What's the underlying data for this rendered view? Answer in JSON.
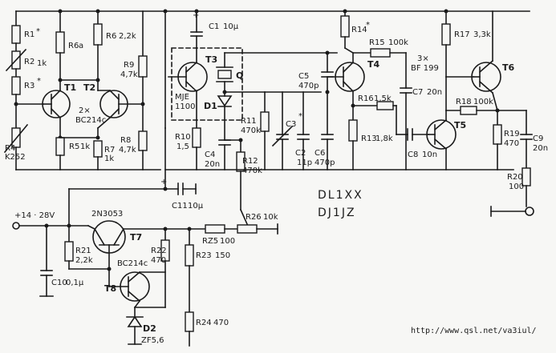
{
  "labels": {
    "R1": "R1",
    "R1_mark": "*",
    "R2": "R2",
    "R2_val": "1k",
    "R3": "R3",
    "R3_mark": "*",
    "R4": "R4",
    "R4_val": "K252",
    "R5": "R5",
    "R5_val": "1k",
    "R6": "R6",
    "R6_val": "a",
    "R62": "R6",
    "R62_val": "2,2k",
    "R7": "R7",
    "R7_val": "1k",
    "R8": "R8",
    "R8_val": "4,7k",
    "R9": "R9",
    "R9_val": "4,7k",
    "R10": "R10",
    "R10_val": "1,5",
    "R11": "R11",
    "R11_val": "470k",
    "R12": "R12",
    "R12_val": "470k",
    "R13": "R13",
    "R13_val": "1,8k",
    "R14": "R14",
    "R14_mark": "*",
    "R15": "R15",
    "R15_val": "100k",
    "R16": "R16",
    "R16_val": "1,5k",
    "R17": "R17",
    "R17_val": "3,3k",
    "R18": "R18",
    "R18_val": "100k",
    "R19": "R19",
    "R19_val": "470",
    "R20": "R20",
    "R20_val": "100",
    "R21": "R21",
    "R21_val": "2,2k",
    "R22": "R22",
    "R22_val": "470",
    "R23": "R23",
    "R23_val": "150",
    "R24": "R24",
    "R24_val": "470",
    "R25": "RZ5",
    "R25_val": "100",
    "R26": "R26",
    "R26_val": "10k",
    "C2": "C2",
    "C2_val": "11p",
    "C3": "C3",
    "C3_mark": "*",
    "C4": "C4",
    "C4_val": "20n",
    "C5": "C5",
    "C5_val": "470p",
    "C6": "C6",
    "C6_val": "470p",
    "C7": "C7",
    "C7_val": "20n",
    "C8": "C8",
    "C8_val": "10n",
    "C9": "C9",
    "C9_val": "20n",
    "C10": "C10",
    "C10_val": "0,1μ",
    "C11": "C11",
    "C11_val": "10μ",
    "C110": "C1",
    "C110_val": "10μ",
    "C_plus": "+",
    "T1": "T1",
    "T2": "T2",
    "T12_part": "BC214c",
    "T12_mult": "2×",
    "T3": "T3",
    "T3_part": "MJE",
    "T3_part2": "1100",
    "T4": "T4",
    "T45_mult": "3×",
    "T45_part": "BF 199",
    "T5": "T5",
    "T6": "T6",
    "T7": "T7",
    "T7_part": "2N3053",
    "T8": "T8",
    "T8_part": "BC214c",
    "D1": "D1",
    "D2": "D2",
    "D2_part": "ZF5,6",
    "Q": "Q",
    "supply": "+14 · 28V",
    "call1": "DL1XX",
    "call2": "DJ1JZ",
    "url": "http://www.qsl.net/va3iul/"
  }
}
